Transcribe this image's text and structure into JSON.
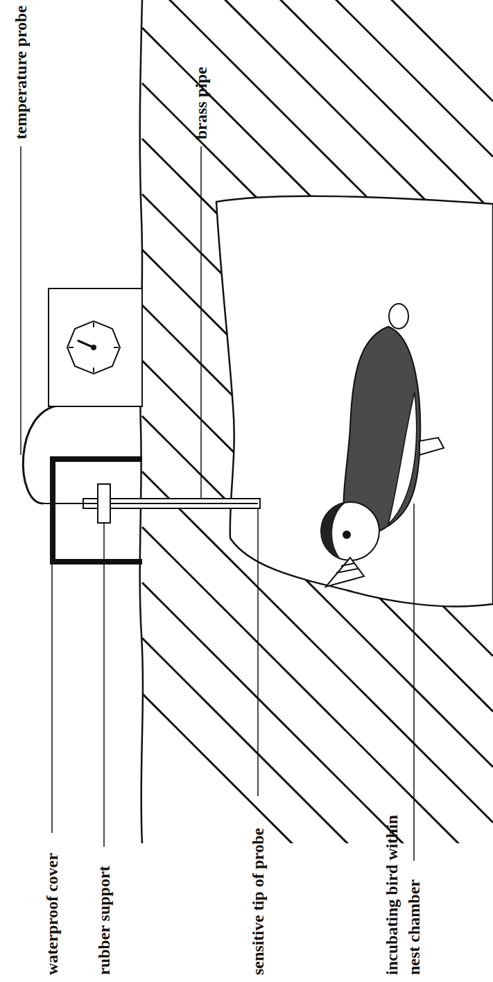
{
  "diagram": {
    "labels": [
      "temperature probe",
      "brass pipe",
      "waterproof cover",
      "rubber support",
      "sensitive tip of probe",
      "incubating bird within nest chamber"
    ]
  }
}
